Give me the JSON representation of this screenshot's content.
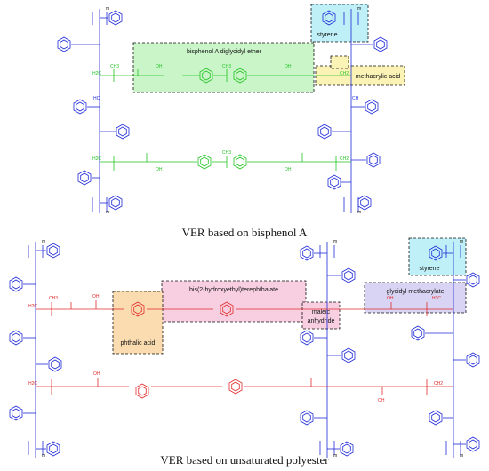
{
  "captions": {
    "top": "VER based on bisphenol A",
    "bottom": "VER based on unsaturated polyester"
  },
  "labels": {
    "bisphenol_a_diglycidyl_ether": "bisphenol A diglycidyl ether",
    "styrene": "styrene",
    "methacrylic_acid": "methacrylic acid",
    "bis_hydroxyethyl_terephthalate": "bis(2-hydroxyethyl)terephthalate",
    "glycidyl_methacrylate": "glycidyl methacrylate",
    "phthalic_acid": "phthalic acid",
    "maleic_anhydride_line1": "maleic",
    "maleic_anhydride_line2": "anhydride"
  },
  "atoms": {
    "m": "m",
    "ch": "CH",
    "ch2": "CH2",
    "h2c": "H2C",
    "hc": "HC",
    "ch3": "CH3",
    "h3c": "H3C",
    "oh": "OH",
    "o": "O",
    "c": "C",
    "h2": "H2"
  },
  "colors": {
    "styrene_chain": "#1f2ad6",
    "bisphenol_moiety": "#22c322",
    "polyester_moiety": "#e12a2a",
    "box_green": "#c9f5c9",
    "box_cyan": "#bff0f8",
    "box_yellow": "#fbf3b6",
    "box_pink": "#f8cfe0",
    "box_lavender": "#d9d4f3",
    "box_orange": "#fbdcb0"
  }
}
